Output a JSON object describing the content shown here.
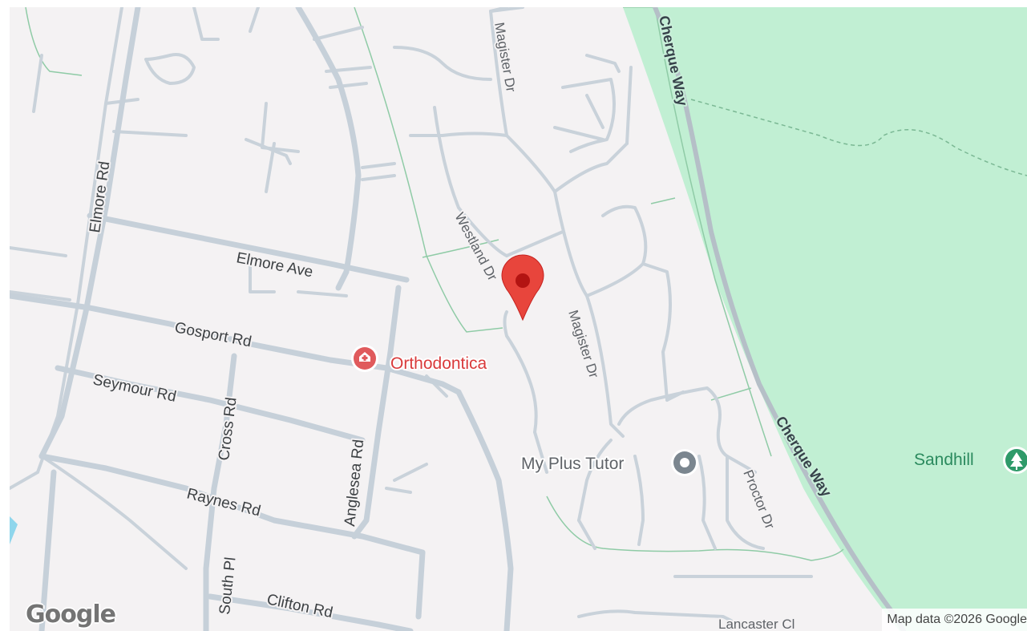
{
  "map": {
    "roads": {
      "elmore_rd": "Elmore Rd",
      "elmore_ave": "Elmore Ave",
      "gosport_rd": "Gosport Rd",
      "seymour_rd": "Seymour Rd",
      "cross_rd": "Cross Rd",
      "anglesea_rd": "Anglesea Rd",
      "raynes_rd": "Raynes Rd",
      "south_pl": "South Pl",
      "clifton_rd": "Clifton Rd",
      "westland_dr": "Westland Dr",
      "magister_dr_top": "Magister Dr",
      "magister_dr_mid": "Magister Dr",
      "proctor_dr": "Proctor Dr",
      "cherque_way_top": "Cherque Way",
      "cherque_way_bottom": "Cherque Way",
      "lancaster_cl": "Lancaster Cl"
    },
    "places": {
      "orthodontica": "Orthodontica",
      "my_plus_tutor": "My Plus Tutor",
      "sandhill": "Sandhill"
    },
    "colors": {
      "background": "#f4f2f3",
      "park": "#c1efd3",
      "road": "#c7d2db",
      "marker": "#e8453c",
      "poi_medical": "#e05a5c",
      "poi_generic": "#7b868f",
      "poi_park": "#2e9a69"
    },
    "icons": {
      "marker": "map-pin-icon",
      "orthodontica": "medical-icon",
      "my_plus_tutor": "generic-poi-icon",
      "sandhill": "tree-icon"
    }
  },
  "footer": {
    "logo": "Google",
    "attribution": "Map data ©2026 Google"
  }
}
